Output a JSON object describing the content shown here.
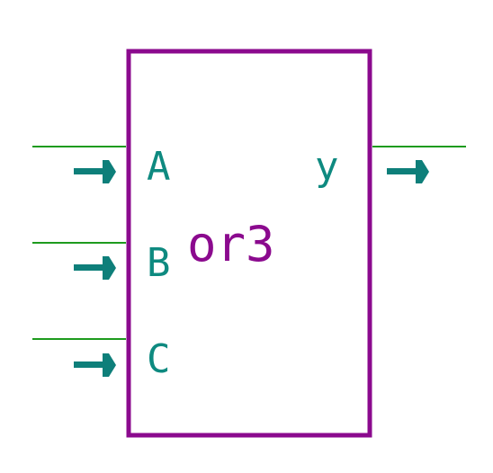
{
  "component": {
    "name": "or3",
    "colors": {
      "body_outline": "#8B0A8E",
      "name_text": "#8B0A8E",
      "pin_label": "#0E8A80",
      "wire": "#1E9B1E",
      "arrow": "#0E7F7A",
      "background": "#FFFFFF"
    }
  },
  "inputs": [
    {
      "label": "A",
      "arrow_icon": "input-arrow-icon"
    },
    {
      "label": "B",
      "arrow_icon": "input-arrow-icon"
    },
    {
      "label": "C",
      "arrow_icon": "input-arrow-icon"
    }
  ],
  "outputs": [
    {
      "label": "y",
      "arrow_icon": "output-arrow-icon"
    }
  ]
}
